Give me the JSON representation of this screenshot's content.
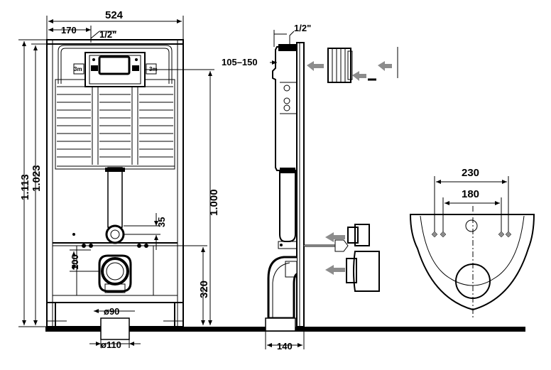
{
  "dimensions": {
    "frame_width": "524",
    "offset_170": "170",
    "pipe_half_inch_front": "1/2\"",
    "pipe_half_inch_side": "1/2\"",
    "height_1113": "1.113",
    "height_1023": "1.023",
    "height_1000": "1.000",
    "height_35": "35",
    "height_100": "100",
    "height_320": "320",
    "dia_90": "ø90",
    "dia_110": "ø110",
    "depth_range": "105–150",
    "depth_140": "140",
    "bowl_230": "230",
    "bowl_180": "180"
  },
  "colors": {
    "line": "#000000",
    "arrow_gray": "#8c8c8c",
    "background": "#ffffff"
  }
}
